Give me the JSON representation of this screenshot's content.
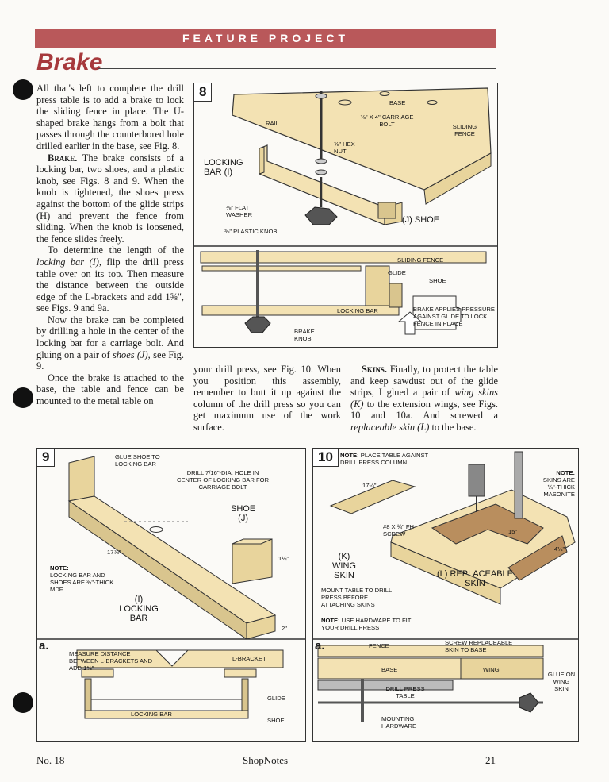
{
  "header": {
    "banner": "FEATURE PROJECT",
    "title": "Brake"
  },
  "body": {
    "col1": {
      "p1": "All that's left to complete the drill press table is to add a brake to lock the sliding fence in place. The U-shaped brake hangs from a bolt that passes through the counterbored hole drilled earlier in the base, see Fig. 8.",
      "p2_lead": "Brake.",
      "p2": "The brake consists of a locking bar, two shoes, and a plastic knob, see Figs. 8 and 9. When the knob is tightened, the shoes press against the bottom of the glide strips (H) and prevent the fence from sliding. When the knob is loosened, the fence slides freely.",
      "p3_a": "To determine the length of the",
      "p3_em": "locking bar (I),",
      "p3_b": "flip the drill press table over on its top. Then measure the distance between the outside edge of the L-brackets and add 1⅝\", see Figs. 9 and 9a.",
      "p4_a": "Now the brake can be completed by drilling a hole in the center of the locking bar for a carriage bolt. And gluing on a pair of",
      "p4_em": "shoes (J),",
      "p4_b": "see Fig. 9.",
      "p5": "Once the brake is attached to the base, the table and fence can be mounted to the metal table on"
    },
    "col2": {
      "p1": "your drill press, see Fig. 10. When you position this assembly, remember to butt it up against the column of the drill press so you can get maximum use of the work surface."
    },
    "col3": {
      "p1_lead": "Skins.",
      "p1_a": "Finally, to protect the table and keep sawdust out of the glide strips, I glued a pair of",
      "p1_em": "wing skins (K)",
      "p1_b": "to the extension wings, see Figs. 10 and 10a. And screwed a",
      "p1_em2": "replaceable skin (L)",
      "p1_c": "to the base."
    }
  },
  "fig8": {
    "number": "8",
    "labels": {
      "base": "Base",
      "rail": "Rail",
      "carriage_bolt": "⅜\" x 4\" Carriage Bolt",
      "sliding_fence": "Sliding Fence",
      "hex_nut": "⅜\" Hex Nut",
      "locking_bar": "Locking Bar",
      "locking_bar_part": "I",
      "flat_washer": "⅜\" Flat Washer",
      "plastic_knob": "⅜\" Plastic Knob",
      "shoe": "Shoe",
      "shoe_part": "J"
    },
    "detail": {
      "sliding_fence": "Sliding Fence",
      "glide": "Glide",
      "shoe": "Shoe",
      "locking_bar": "Locking Bar",
      "brake_knob": "Brake Knob",
      "brake_note": "Brake applies pressure against glide to lock fence in place"
    }
  },
  "fig9": {
    "number": "9",
    "labels": {
      "glue_shoe": "Glue shoe to locking bar",
      "drill_note": "Drill 7/16\"-dia. hole in center of locking bar for carriage bolt",
      "shoe": "Shoe",
      "shoe_part": "J",
      "length": "17⅞\"",
      "height": "1¼\"",
      "width": "2\"",
      "note_title": "Note:",
      "note": "Locking bar and shoes are ¾\"-thick MDF",
      "locking_bar_part": "I",
      "locking_bar": "Locking Bar"
    },
    "detail": {
      "label": "a.",
      "measure": "Measure distance between L-brackets and add 1⅝\"",
      "l_bracket": "L-Bracket",
      "glide": "Glide",
      "locking_bar": "Locking Bar",
      "shoe": "Shoe"
    }
  },
  "fig10": {
    "number": "10",
    "labels": {
      "note_place": "Note:",
      "note_place_text": "Place table against drill press column",
      "dim_1712": "17¼\"",
      "screw": "#8 x ¾\" Fh Screw",
      "dim_15": "15\"",
      "dim_412": "4½\"",
      "wing_skin_part": "K",
      "wing_skin": "Wing Skin",
      "replaceable_part": "L",
      "replaceable_skin": "Replaceable Skin",
      "mount_note": "Mount table to drill press before attaching skins",
      "hardware_note_title": "Note:",
      "hardware_note": "Use hardware to fit your drill press",
      "skins_note_title": "Note:",
      "skins_note": "Skins are ¼\"-thick Masonite"
    },
    "detail": {
      "label": "a.",
      "fence": "Fence",
      "screw_skin": "Screw replaceable skin to base",
      "base": "Base",
      "wing": "Wing",
      "glue_skin": "Glue on wing skin",
      "drill_press_table": "Drill Press Table",
      "mounting_hardware": "Mounting Hardware"
    }
  },
  "footer": {
    "issue": "No. 18",
    "magazine": "ShopNotes",
    "page": "21"
  }
}
